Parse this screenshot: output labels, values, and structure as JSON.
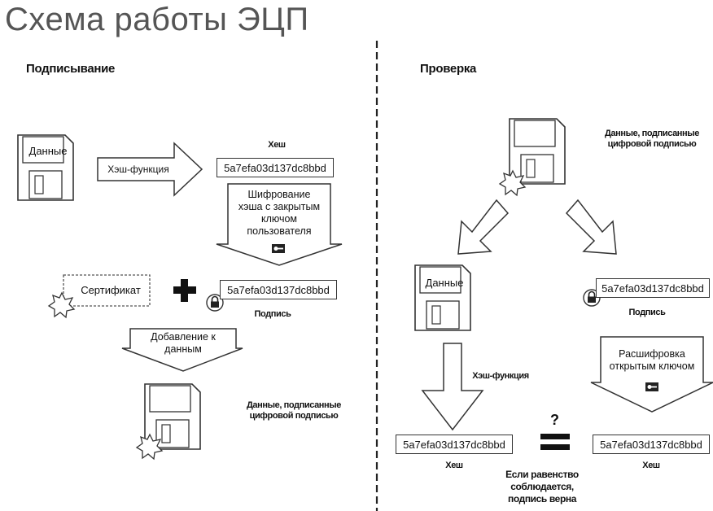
{
  "title": "Схема работы ЭЦП",
  "signing": {
    "heading": "Подписывание",
    "data_label": "Данные",
    "hash_function": "Хэш-функция",
    "hash_caption": "Хеш",
    "hash_value": "5a7efa03d137dc8bbd",
    "encrypt_label": [
      "Шифрование",
      "хэша с закрытым",
      "ключом",
      "пользователя"
    ],
    "certificate": "Сертификат",
    "signature_value": "5a7efa03d137dc8bbd",
    "signature_caption": "Подпись",
    "append_label": [
      "Добавление к",
      "данным"
    ],
    "signed_data": [
      "Данные, подписанные",
      "цифровой подписью"
    ]
  },
  "verification": {
    "heading": "Проверка",
    "signed_data": [
      "Данные, подписанные",
      "цифровой подписью"
    ],
    "data_label": "Данные",
    "signature_value": "5a7efa03d137dc8bbd",
    "signature_caption": "Подпись",
    "hash_function": "Хэш-функция",
    "decrypt_label": [
      "Расшифровка",
      "открытым ключом"
    ],
    "hash_left": "5a7efa03d137dc8bbd",
    "hash_left_caption": "Хеш",
    "hash_right": "5a7efa03d137dc8bbd",
    "hash_right_caption": "Хеш",
    "question": "?",
    "conclusion": [
      "Если равенство",
      "соблюдается,",
      "подпись верна"
    ]
  },
  "icons": [
    "floppy-disk-icon",
    "star-seal-icon",
    "lock-icon",
    "key-icon",
    "plus-icon",
    "equals-icon",
    "arrow-icon"
  ]
}
